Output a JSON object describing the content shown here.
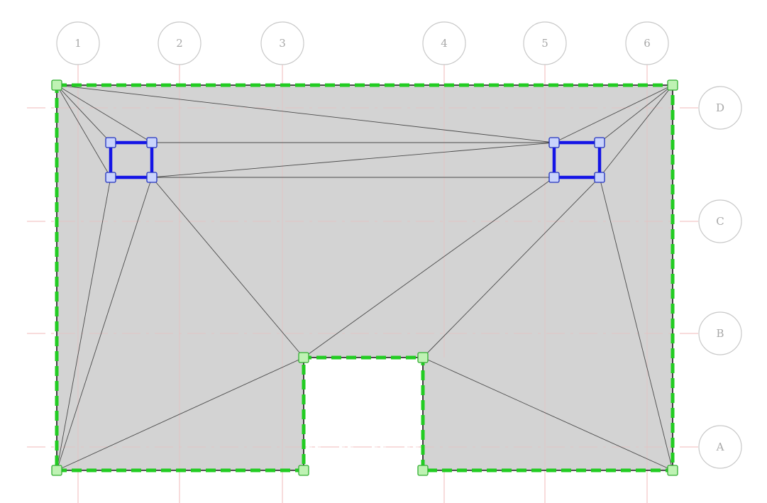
{
  "grid": {
    "columns": [
      "1",
      "2",
      "3",
      "4",
      "5",
      "6"
    ],
    "rows": [
      "D",
      "C",
      "B",
      "A"
    ]
  },
  "colors": {
    "background": "#ffffff",
    "slab_fill": "#d3d3d3",
    "boundary_edge": "#22cc22",
    "hole_edge": "#1414e6",
    "grid_line": "#f0b8b8",
    "triangulation": "#4a4a4a"
  }
}
